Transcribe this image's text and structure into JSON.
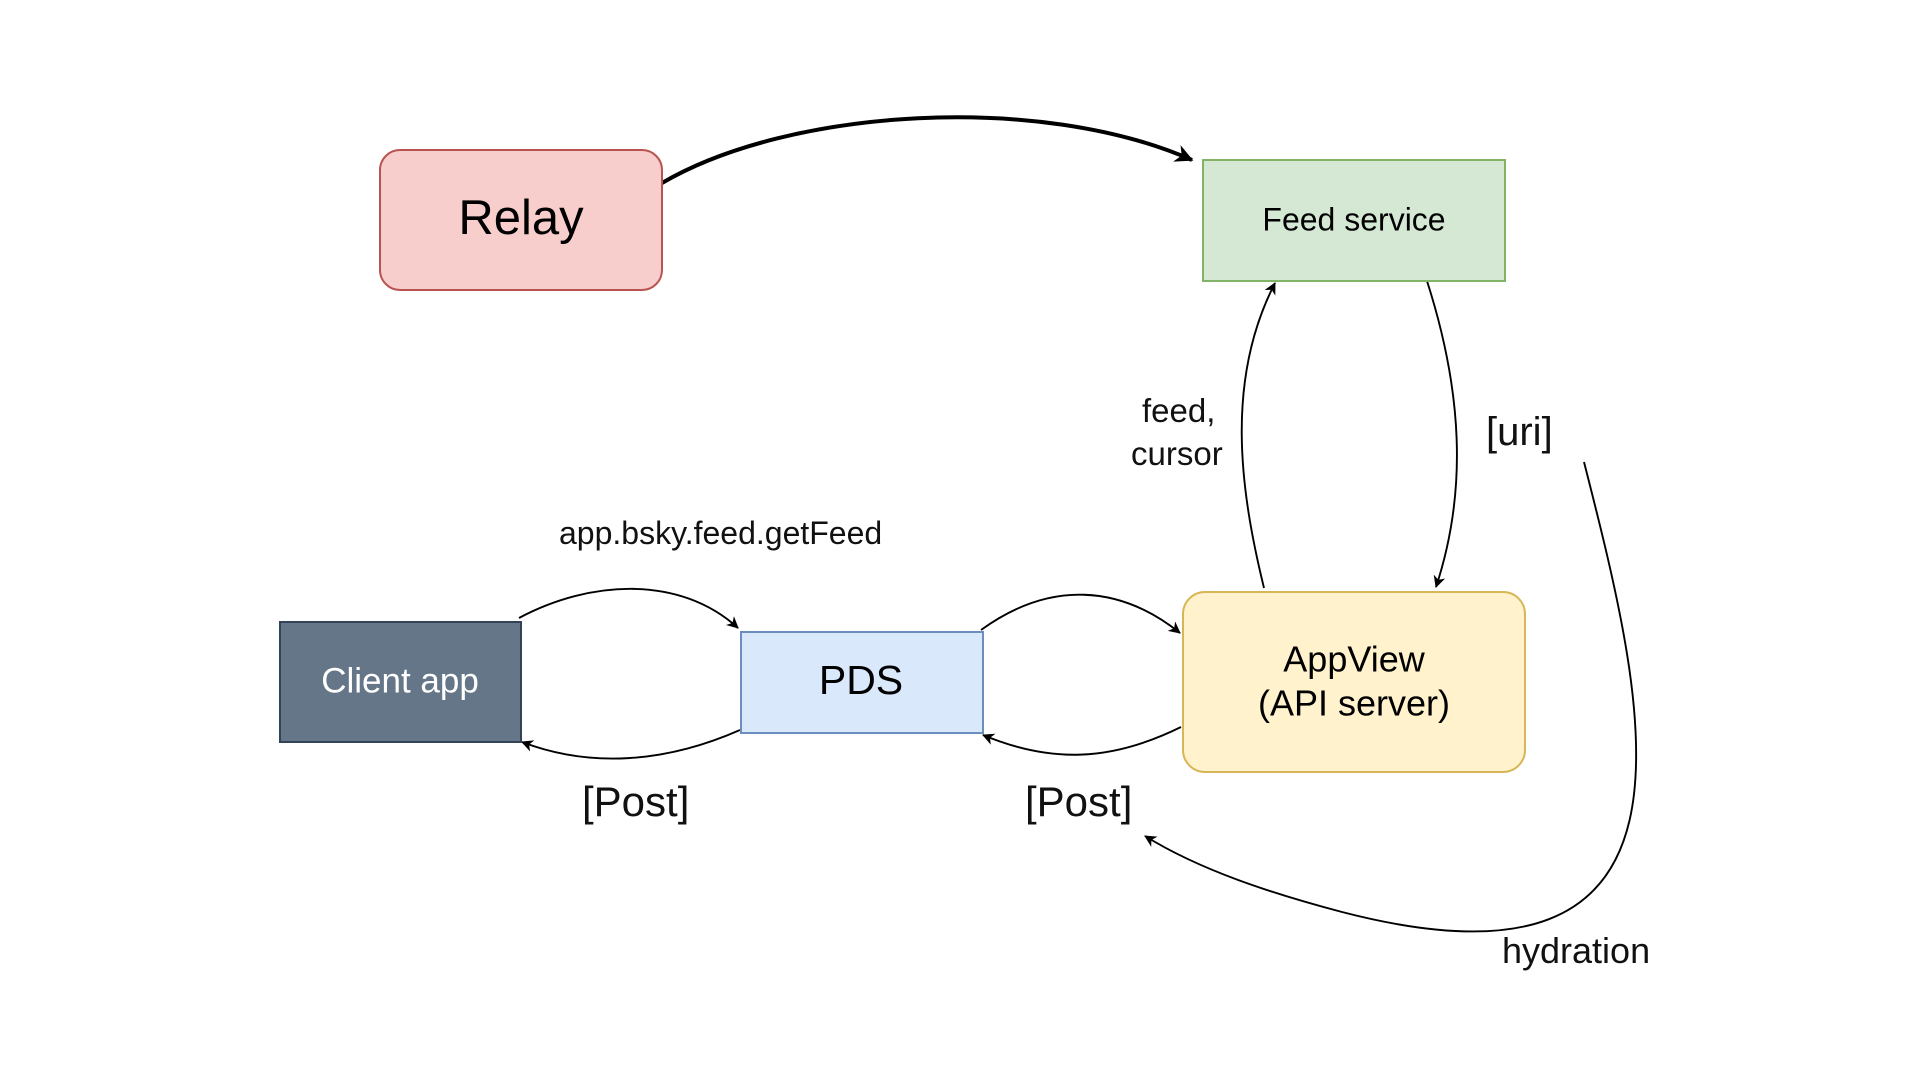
{
  "nodes": {
    "relay": {
      "label": "Relay",
      "fill": "#f8cecc",
      "stroke": "#b85450",
      "text_color": "#000000"
    },
    "feed_service": {
      "label": "Feed service",
      "fill": "#d5e8d4",
      "stroke": "#82b366",
      "text_color": "#000000"
    },
    "client_app": {
      "label": "Client app",
      "fill": "#647687",
      "stroke": "#314354",
      "text_color": "#ffffff"
    },
    "pds": {
      "label": "PDS",
      "fill": "#dae8fc",
      "stroke": "#6c8ebf",
      "text_color": "#000000"
    },
    "appview": {
      "line1": "AppView",
      "line2": "(API server)",
      "fill": "#fff2cc",
      "stroke": "#d6b656",
      "text_color": "#000000"
    }
  },
  "edge_labels": {
    "get_feed": "app.bsky.feed.getFeed",
    "feed_cursor_line1": "feed,",
    "feed_cursor_line2": "cursor",
    "uri": "[uri]",
    "post_client": "[Post]",
    "post_pds": "[Post]",
    "hydration": "hydration"
  }
}
